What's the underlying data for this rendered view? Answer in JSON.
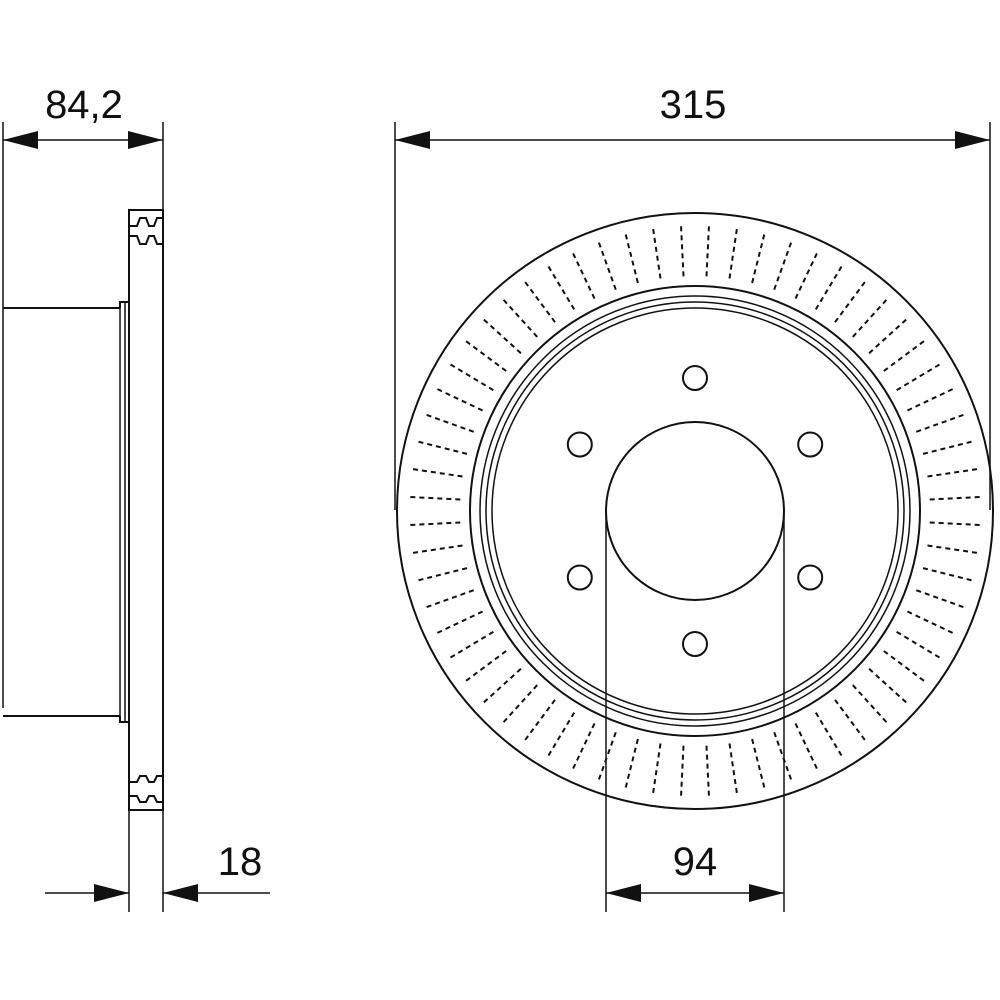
{
  "dimensions": {
    "hub_height": "84,2",
    "disc_diameter": "315",
    "disc_thickness": "18",
    "center_bore": "94"
  },
  "disc": {
    "bolt_holes": 6,
    "cooling_slots": 64,
    "line_color": "#111111"
  }
}
